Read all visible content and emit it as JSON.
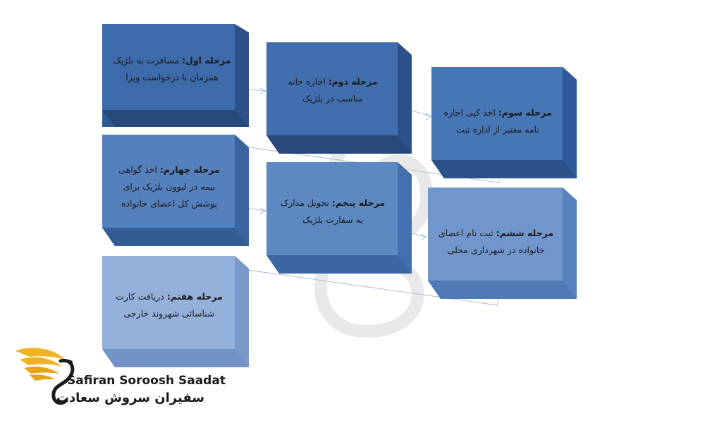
{
  "steps": [
    {
      "title": "مرحله اول:",
      "text": "مسافرت به بلژیک همزمان با درخواست ویزا",
      "color": "#3d6aa8"
    },
    {
      "title": "مرحله دوم:",
      "text": "اجاره خانه مناسب در بلژیک",
      "color": "#416fad"
    },
    {
      "title": "مرحله سوم:",
      "text": "اخذ کپی اجاره نامه معتبر از اداره ثبت",
      "color": "#4776b4"
    },
    {
      "title": "مرحله چهارم:",
      "text": "اخذ گواهی بیمه در لیوون بلژیک برای پوشش کل اعضای خانواده",
      "color": "#5480bc"
    },
    {
      "title": "مرحله پنجم:",
      "text": "تحویل مدارک به سفارت بلژیک",
      "color": "#5d89c2"
    },
    {
      "title": "مرحله ششم:",
      "text": "ثبت نام اعضای خانواده در شهرداری محلی",
      "color": "#7096cb"
    },
    {
      "title": "مرحله هفتم:",
      "text": "دریافت کارت شناسائی شهروند خارجی",
      "color": "#93b1da"
    }
  ],
  "logo": {
    "name_en": "Safiran Soroosh Saadat",
    "name_fa": "سفیران سروش سعادت"
  }
}
